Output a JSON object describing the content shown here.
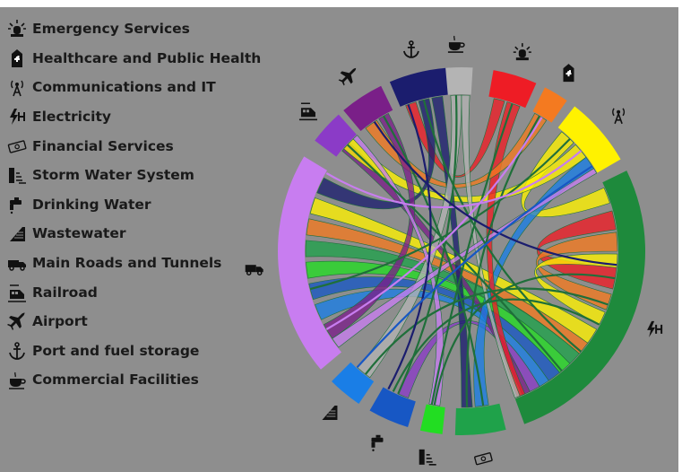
{
  "legend": [
    {
      "label": "Emergency Services",
      "icon": "siren-icon"
    },
    {
      "label": "Healthcare and Public Health",
      "icon": "medical-cross-icon"
    },
    {
      "label": "Communications and IT",
      "icon": "antenna-icon"
    },
    {
      "label": "Electricity",
      "icon": "electricity-icon"
    },
    {
      "label": "Financial Services",
      "icon": "banknote-icon"
    },
    {
      "label": "Storm Water System",
      "icon": "storm-water-icon"
    },
    {
      "label": "Drinking Water",
      "icon": "faucet-icon"
    },
    {
      "label": "Wastewater",
      "icon": "wastewater-icon"
    },
    {
      "label": "Main Roads and Tunnels",
      "icon": "truck-icon"
    },
    {
      "label": "Railroad",
      "icon": "train-icon"
    },
    {
      "label": "Airport",
      "icon": "airplane-icon"
    },
    {
      "label": "Port and fuel storage",
      "icon": "anchor-icon"
    },
    {
      "label": "Commercial Facilities",
      "icon": "coffee-cup-icon"
    }
  ],
  "segments": [
    {
      "sector": "Commercial Facilities",
      "icon": "coffee-cup-icon",
      "color": "#b4b4b4"
    },
    {
      "sector": "Emergency Services",
      "icon": "siren-icon",
      "color": "#ee1c25"
    },
    {
      "sector": "Healthcare and Public Health",
      "icon": "medical-cross-icon",
      "color": "#f47a20"
    },
    {
      "sector": "Communications and IT",
      "icon": "antenna-icon",
      "color": "#fff200"
    },
    {
      "sector": "Electricity",
      "icon": "electricity-icon",
      "color": "#1e8a3c"
    },
    {
      "sector": "Financial Services",
      "icon": "banknote-icon",
      "color": "#1fa24a"
    },
    {
      "sector": "Storm Water System",
      "icon": "storm-water-icon",
      "color": "#22dd22"
    },
    {
      "sector": "Drinking Water",
      "icon": "faucet-icon",
      "color": "#1757c4"
    },
    {
      "sector": "Wastewater",
      "icon": "wastewater-icon",
      "color": "#1a7ee6"
    },
    {
      "sector": "Main Roads and Tunnels",
      "icon": "truck-icon",
      "color": "#c87df0"
    },
    {
      "sector": "Railroad",
      "icon": "train-icon",
      "color": "#8b3bc7"
    },
    {
      "sector": "Airport",
      "icon": "airplane-icon",
      "color": "#7a1f88"
    },
    {
      "sector": "Port and fuel storage",
      "icon": "anchor-icon",
      "color": "#1b1d6e"
    }
  ],
  "colors": {
    "background": "#8e8e8e",
    "text": "#1a1a1a",
    "icon": "#111111"
  }
}
